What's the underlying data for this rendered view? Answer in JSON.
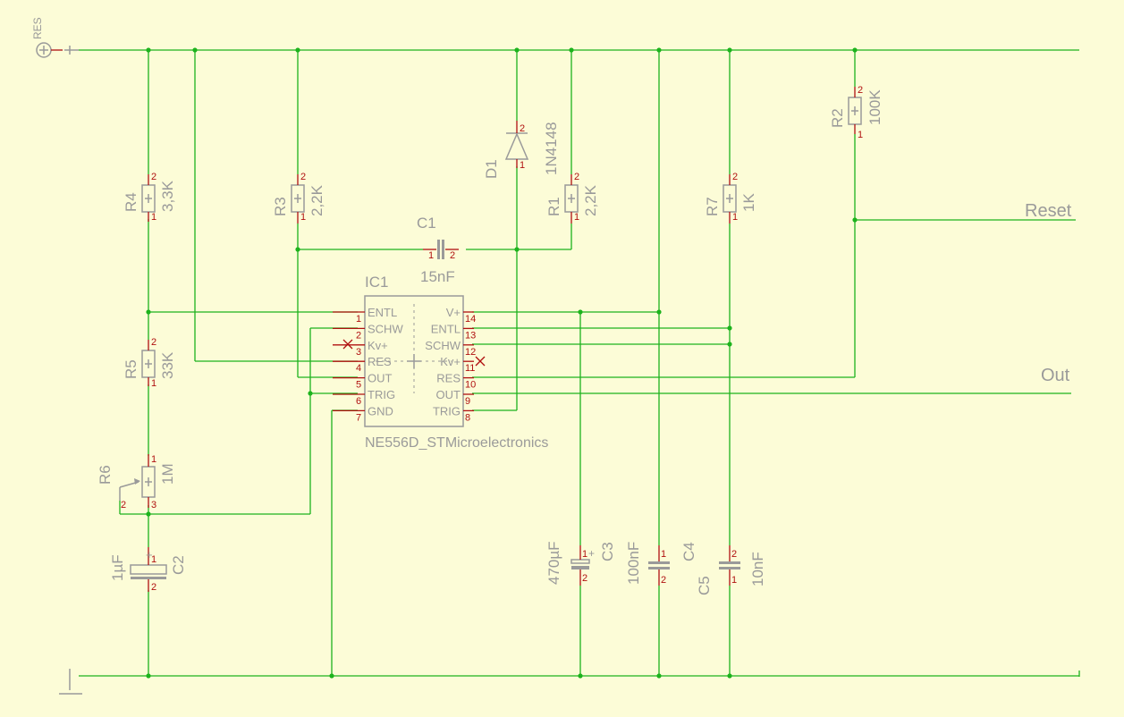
{
  "supply": {
    "label": "RES"
  },
  "ic": {
    "name": "IC1",
    "value": "NE556D_STMicroelectronics",
    "left_pins": [
      {
        "num": "1",
        "name": "ENTL"
      },
      {
        "num": "2",
        "name": "SCHW"
      },
      {
        "num": "3",
        "name": "Kv+"
      },
      {
        "num": "4",
        "name": "RES"
      },
      {
        "num": "5",
        "name": "OUT"
      },
      {
        "num": "6",
        "name": "TRIG"
      },
      {
        "num": "7",
        "name": "GND"
      }
    ],
    "right_pins": [
      {
        "num": "14",
        "name": "V+"
      },
      {
        "num": "13",
        "name": "ENTL"
      },
      {
        "num": "12",
        "name": "SCHW"
      },
      {
        "num": "11",
        "name": "Kv+"
      },
      {
        "num": "10",
        "name": "RES"
      },
      {
        "num": "9",
        "name": "OUT"
      },
      {
        "num": "8",
        "name": "TRIG"
      }
    ]
  },
  "resistors": {
    "r4": {
      "name": "R4",
      "value": "3,3K",
      "pin_top": "2",
      "pin_bottom": "1"
    },
    "r3": {
      "name": "R3",
      "value": "2,2K",
      "pin_top": "2",
      "pin_bottom": "1"
    },
    "r1": {
      "name": "R1",
      "value": "2,2K",
      "pin_top": "2",
      "pin_bottom": "1"
    },
    "r7": {
      "name": "R7",
      "value": "1K",
      "pin_top": "2",
      "pin_bottom": "1"
    },
    "r2": {
      "name": "R2",
      "value": "100K",
      "pin_top": "2",
      "pin_bottom": "1"
    },
    "r5": {
      "name": "R5",
      "value": "33K",
      "pin_top": "2",
      "pin_bottom": "1"
    },
    "r6": {
      "name": "R6",
      "value": "1M",
      "pin_top": "1",
      "pin_wiper": "2",
      "pin_bottom": "3"
    }
  },
  "diode": {
    "name": "D1",
    "value": "1N4148",
    "pin_top": "2",
    "pin_bottom": "1"
  },
  "capacitors": {
    "c1": {
      "name": "C1",
      "value": "15nF",
      "pin_left": "1",
      "pin_right": "2"
    },
    "c2": {
      "name": "C2",
      "value": "1µF",
      "pin_top": "1",
      "pin_bottom": "2",
      "plus": "+"
    },
    "c3": {
      "name": "C3",
      "value": "470µF",
      "pin_top": "1",
      "pin_bottom": "2",
      "plus": "+"
    },
    "c4": {
      "name": "C4",
      "value": "100nF",
      "pin_top": "1",
      "pin_bottom": "2"
    },
    "c5": {
      "name": "C5",
      "value": "10nF",
      "pin_top": "2",
      "pin_bottom": "1"
    }
  },
  "nets": {
    "reset": "Reset",
    "out": "Out"
  }
}
